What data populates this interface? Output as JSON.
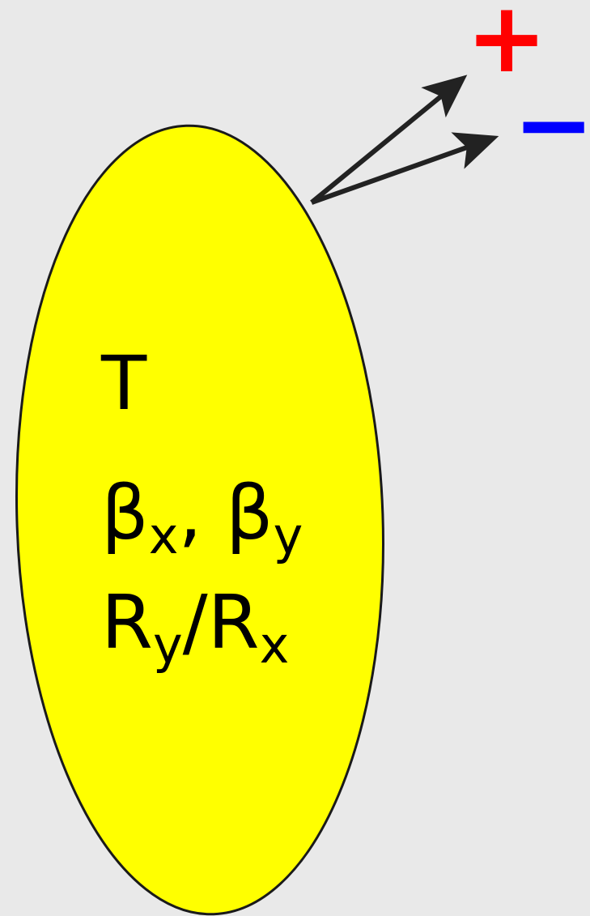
{
  "source": {
    "parameters": [
      {
        "base": "T",
        "sub": ""
      },
      {
        "base": "β",
        "sub": "x",
        "sep": ", ",
        "base2": "β",
        "sub2": "y"
      },
      {
        "base": "R",
        "sub": "y",
        "sep": "/",
        "base2": "R",
        "sub2": "x"
      }
    ],
    "fill_color": "#ffff00",
    "stroke_color": "#1a1a1a"
  },
  "particles": [
    {
      "charge": "+",
      "color": "#ff0000"
    },
    {
      "charge": "−",
      "color": "#0000ff"
    }
  ],
  "arrow_color": "#222222",
  "background_color": "#e9e9e9"
}
